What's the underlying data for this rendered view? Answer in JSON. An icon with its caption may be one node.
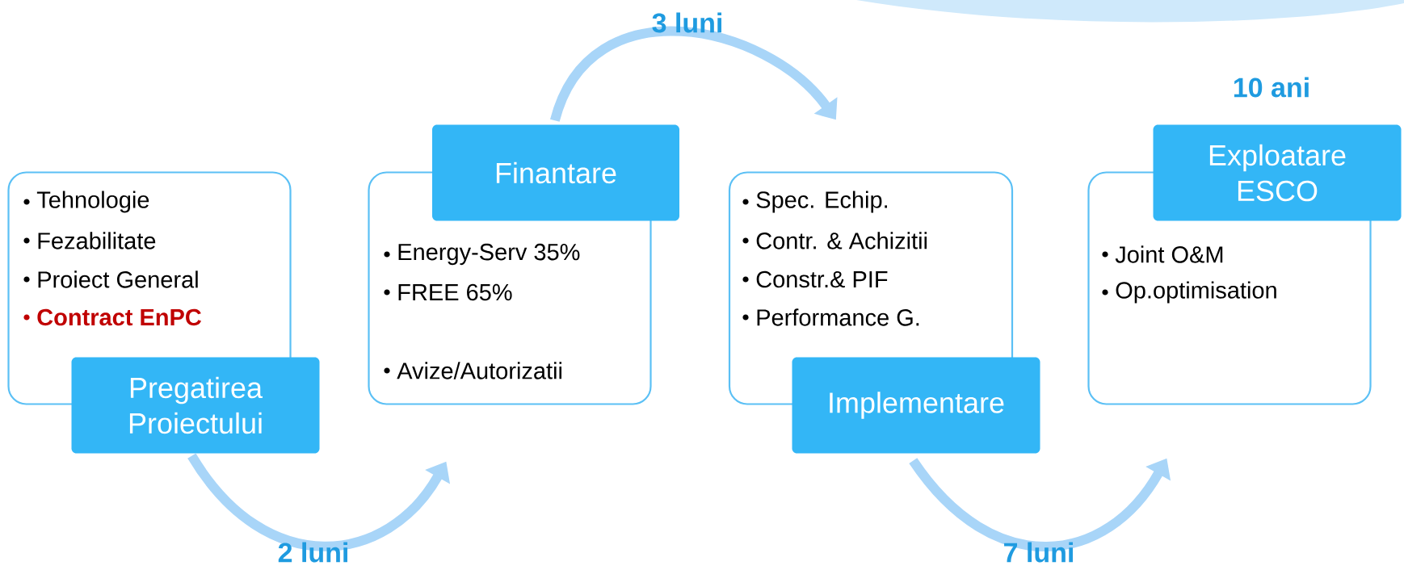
{
  "diagram": {
    "nodes": [
      {
        "text": [
          "Tehnologie",
          "Fezabilitate",
          "Proiect General",
          "Contract EnPC"
        ]
      },
      {
        "text": [
          "Pregatirea Proiectului"
        ]
      },
      {
        "text": [
          "Finantare"
        ]
      },
      {
        "text": [
          "Energy-Serv 35%",
          "FREE 65%",
          "Avize/Autorizatii"
        ]
      },
      {
        "text": [
          "Spec. Echip.",
          "Contr. & Achizitii",
          "Constr.& PIF",
          "Performance G."
        ]
      },
      {
        "text": [
          "Implementare"
        ]
      },
      {
        "text": [
          "Exploatare ESCO"
        ]
      },
      {
        "text": [
          "Joint O&M",
          "Op.optimisation"
        ]
      }
    ],
    "edges": [
      {
        "from": 1,
        "to": 3,
        "arrow": "to",
        "label": "2 luni"
      },
      {
        "from": 2,
        "to": 4,
        "arrow": "to",
        "label": "3 luni"
      },
      {
        "from": 5,
        "to": 7,
        "arrow": "to",
        "label": "7 luni"
      }
    ],
    "labels": [
      "10 ani"
    ]
  }
}
